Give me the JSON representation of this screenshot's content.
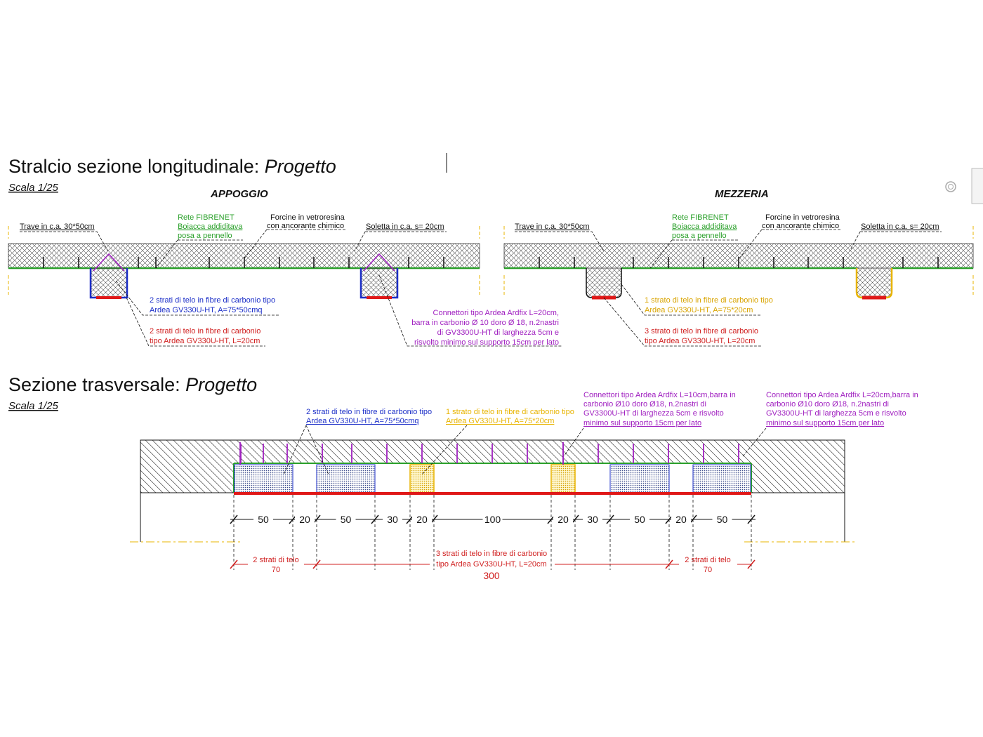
{
  "colors": {
    "green": "#2aa02a",
    "blue": "#1c2fc8",
    "red": "#e01818",
    "yellow": "#e8b400",
    "magenta": "#a020c0",
    "black": "#111111"
  },
  "long_section": {
    "title": "Stralcio sezione longitudinale: ",
    "title_italic": "Progetto",
    "scale": "Scala 1/25",
    "appoggio": {
      "heading": "APPOGGIO",
      "trave": "Trave in c.a. 30*50cm",
      "rete": [
        "Rete FIBRENET",
        "Boiacca addiditava",
        "posa a pennello"
      ],
      "forcine": [
        "Forcine in vetroresina",
        "con ancorante chimico"
      ],
      "soletta": "Soletta in c.a. s= 20cm",
      "blue_note": [
        "2 strati di telo in fibre di carbonio tipo",
        "Ardea GV330U-HT, A=75*50cmq"
      ],
      "red_note": [
        "2 strati di telo in fibre di carbonio",
        "tipo Ardea GV330U-HT, L=20cm"
      ],
      "conn_note": [
        "Connettori tipo Ardea Ardfix L=20cm,",
        "barra in carbonio Ø 10 doro Ø 18, n.2nastri",
        "di GV3300U-HT di larghezza 5cm e",
        "risvolto minimo sul supporto 15cm per lato"
      ]
    },
    "mezzeria": {
      "heading": "MEZZERIA",
      "trave": "Trave in c.a. 30*50cm",
      "rete": [
        "Rete FIBRENET",
        "Boiacca addiditava",
        "posa a pennello"
      ],
      "forcine": [
        "Forcine in vetroresina",
        "con ancorante chimico"
      ],
      "soletta": "Soletta in c.a. s= 20cm",
      "yellow_note": [
        "1 strato di telo in fibre di carbonio tipo",
        "Ardea GV330U-HT, A=75*20cm"
      ],
      "red_note": [
        "3 strato di telo in fibre di carbonio",
        "tipo Ardea GV330U-HT, L=20cm"
      ]
    }
  },
  "trans_section": {
    "title": "Sezione trasversale: ",
    "title_italic": "Progetto",
    "scale": "Scala 1/25",
    "blue_note": [
      "2 strati di telo in fibre di carbonio tipo",
      "Ardea GV330U-HT, A=75*50cmq"
    ],
    "yellow_note": [
      "1 strato di telo in fibre di carbonio tipo",
      "Ardea GV330U-HT, A=75*20cm"
    ],
    "conn10_note": [
      "Connettori tipo Ardea Ardfix L=10cm,barra in",
      "carbonio Ø10 doro Ø18, n.2nastri di",
      "GV3300U-HT di larghezza 5cm e risvolto",
      "minimo sul supporto 15cm per lato"
    ],
    "conn20_note": [
      "Connettori tipo Ardea Ardfix L=20cm,barra in",
      "carbonio Ø10 doro Ø18, n.2nastri di",
      "GV3300U-HT di larghezza 5cm e risvolto",
      "minimo sul supporto 15cm per lato"
    ],
    "dims": [
      "50",
      "20",
      "50",
      "30",
      "20",
      "100",
      "20",
      "30",
      "50",
      "20",
      "50"
    ],
    "red_left": [
      "2 strati di telo",
      "70"
    ],
    "red_mid": [
      "3 strati di telo in fibre di carbonio",
      "tipo Ardea GV330U-HT, L=20cm",
      "300"
    ],
    "red_right": [
      "2 strati di telo",
      "70"
    ]
  }
}
